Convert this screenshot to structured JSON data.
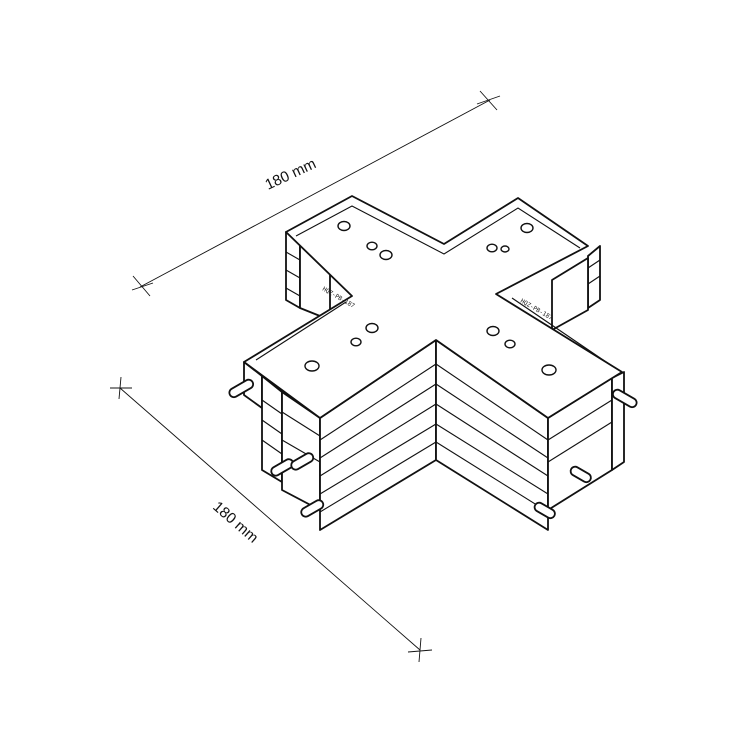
{
  "dimensions": {
    "top": "180 mm",
    "left": "180 mm"
  },
  "labels": {
    "left_arm": "HQZ-PB-187",
    "right_arm": "HQZ-PB-187"
  },
  "colors": {
    "line": "#111111",
    "background": "#ffffff"
  }
}
